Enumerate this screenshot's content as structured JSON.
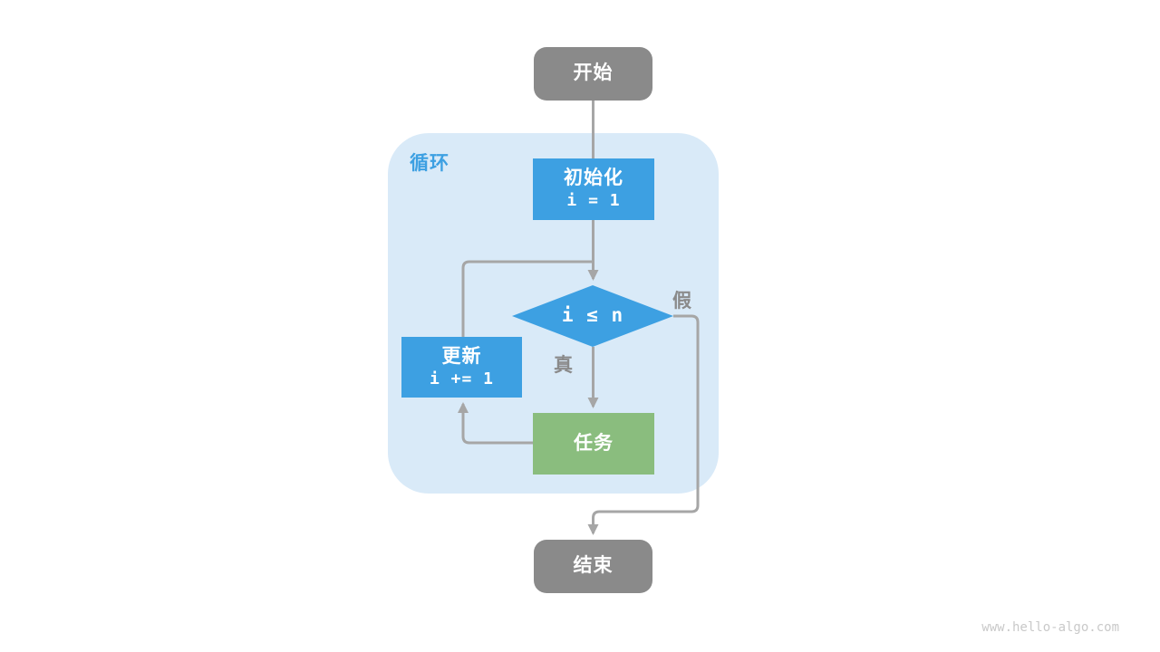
{
  "colors": {
    "node_gray": "#8a8a8a",
    "node_blue": "#3da0e2",
    "node_green": "#8abd7e",
    "container_bg": "#d9eaf8",
    "loop_label": "#3da0e2",
    "connector": "#a6a6a6",
    "edge_label": "#8a8a8a",
    "watermark": "#c9c9c9"
  },
  "container": {
    "label": "循环"
  },
  "nodes": {
    "start": {
      "label": "开始"
    },
    "init": {
      "label": "初始化",
      "code": "i = 1"
    },
    "condition": {
      "code": "i ≤ n"
    },
    "update": {
      "label": "更新",
      "code": "i += 1"
    },
    "task": {
      "label": "任务"
    },
    "end": {
      "label": "结束"
    }
  },
  "edge_labels": {
    "true": "真",
    "false": "假"
  },
  "watermark": "www.hello-algo.com"
}
